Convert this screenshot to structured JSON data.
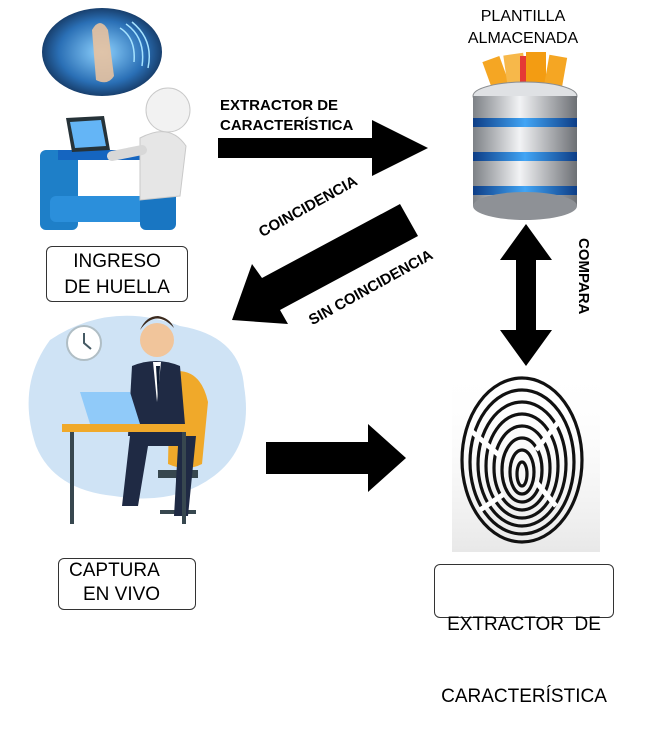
{
  "diagram": {
    "top_title": [
      "PLANTILLA",
      "ALMACENADA"
    ],
    "arrow_top_label": [
      "EXTRACTOR DE",
      "CARACTERÍSTICA"
    ],
    "diag_label_1": "COINCIDENCIA",
    "diag_label_2": "SIN COINCIDENCIA",
    "vertical_label": "COMPARA",
    "box_ingreso": [
      "INGRESO",
      "DE HUELLA"
    ],
    "box_captura": [
      "CAPTURA",
      "EN VIVO"
    ],
    "box_extractor": [
      "EXTRACTOR  DE",
      "CARACTERÍSTICA"
    ],
    "colors": {
      "arrow": "#000000",
      "chair_blue": "#1e7fc8",
      "db_silver": "#b9bcc0",
      "db_blue": "#1565c0",
      "folder": "#f5a623",
      "blob": "#cfe3f5",
      "suit": "#1f2a44",
      "chair_orange": "#f0a92a"
    },
    "icons": [
      "fingerprint-scan-icon",
      "person-at-computer-icon",
      "database-icon",
      "businessman-at-desk-icon",
      "fingerprint-icon",
      "clock-icon"
    ]
  }
}
